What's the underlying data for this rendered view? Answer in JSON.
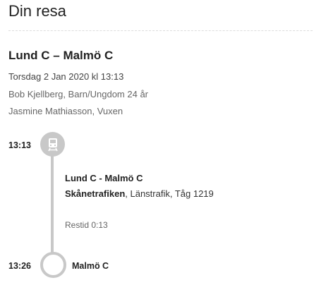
{
  "page": {
    "title": "Din resa"
  },
  "journey": {
    "route": "Lund C – Malmö C",
    "datetime": "Torsdag 2 Jan 2020 kl 13:13",
    "passengers": [
      "Bob Kjellberg, Barn/Ungdom 24 år",
      "Jasmine Mathiasson, Vuxen"
    ]
  },
  "timeline": {
    "departure_time": "13:13",
    "arrival_time": "13:26",
    "segment": {
      "title": "Lund C - Malmö C",
      "operator": "Skånetrafiken",
      "details": ", Länstrafik, Tåg 1219",
      "duration": "Restid 0:13",
      "icon": "train-icon"
    },
    "end_station": "Malmö C"
  },
  "colors": {
    "rail": "#c8c8c8",
    "text": "#222222",
    "muted": "#666666"
  }
}
